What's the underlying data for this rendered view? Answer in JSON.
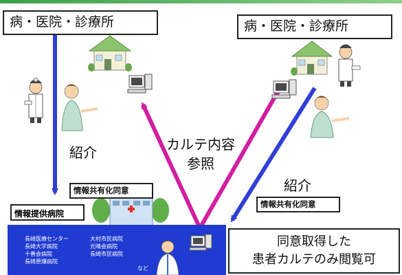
{
  "clinic_left": "病・医院・診療所",
  "clinic_right": "病・医院・診療所",
  "intro_left": "紹介",
  "intro_right": "紹介",
  "karte_line1": "カルテ内容",
  "karte_line2": "参照",
  "consent_left": "情報共有化同意",
  "consent_right": "情報共有化同意",
  "provider_label": "情報提供病院",
  "hospitals": [
    "長崎医療センター",
    "長崎大学病院",
    "十善会病院",
    "長崎原爆病院",
    "大村市民病院",
    "光晴会病院",
    "長崎市民病院"
  ],
  "hospitals_etc": "など",
  "view_line1": "同意取得した",
  "view_line2": "患者カルテのみ閲覧可",
  "colors": {
    "blue_arrow": "#2f3fd6",
    "magenta_arrow": "#d21ea0",
    "panel": "#1f3bd1"
  }
}
